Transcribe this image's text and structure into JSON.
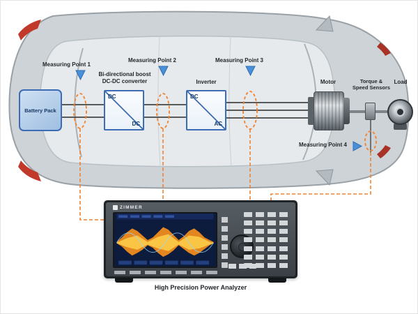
{
  "measuring_points": [
    {
      "label": "Measuring Point 1"
    },
    {
      "label": "Measuring Point 2"
    },
    {
      "label": "Measuring Point 3"
    },
    {
      "label": "Measuring Point 4"
    }
  ],
  "components": {
    "battery": {
      "label": "Battery Pack"
    },
    "dcdc": {
      "title_line1": "Bi-directional boost",
      "title_line2": "DC-DC converter",
      "input_label": "DC",
      "output_label": "DC"
    },
    "inverter": {
      "title": "Inverter",
      "input_label": "DC",
      "output_label": "AC"
    },
    "motor": {
      "label": "Motor"
    },
    "sensors": {
      "label_line1": "Torque &",
      "label_line2": "Speed Sensors"
    },
    "load": {
      "label": "Load"
    }
  },
  "analyzer": {
    "brand": "ZIMMER",
    "caption": "High Precision Power Analyzer"
  },
  "colors": {
    "accent_orange": "#ef8332",
    "marker_blue": "#4a90d9",
    "component_border": "#3c6cb4",
    "car_body": "#cdd3d7"
  }
}
